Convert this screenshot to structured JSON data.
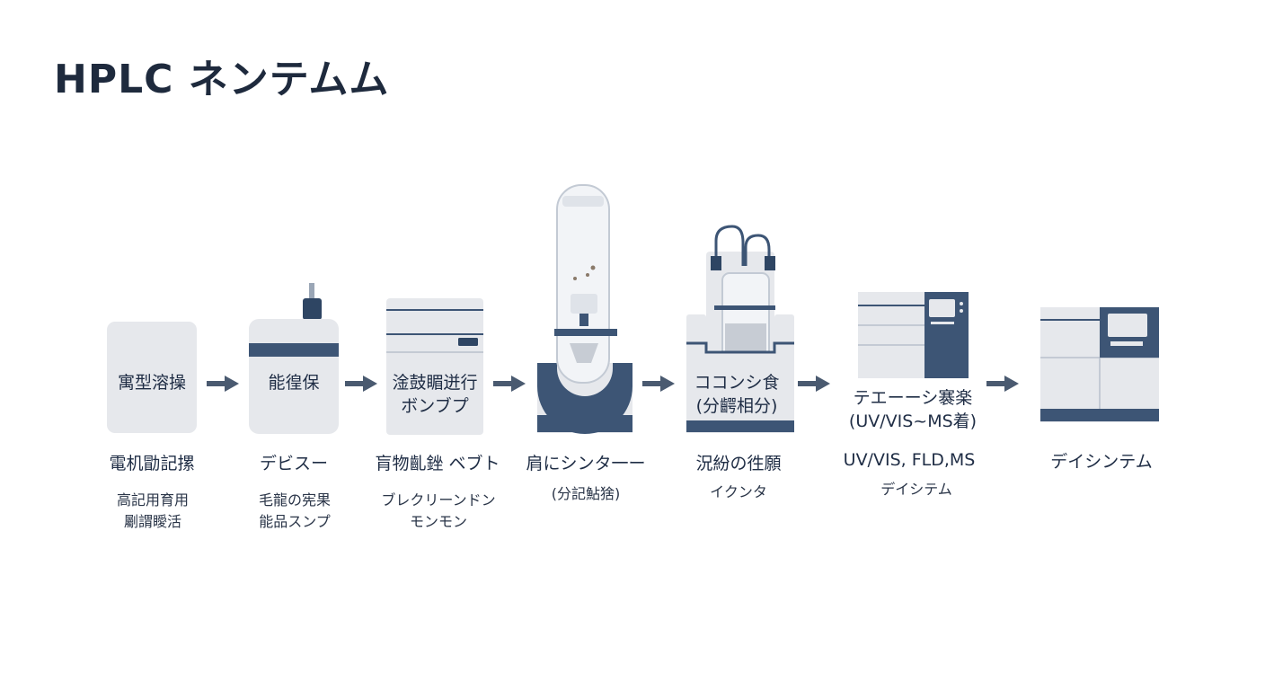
{
  "title": "HPLC ネンテムム",
  "colors": {
    "panel": "#e6e8ec",
    "panel_dark": "#d7dbe1",
    "accent": "#3d5575",
    "accent_dark": "#2e4563",
    "arrow": "#4a5a70",
    "glass": "#f2f4f7"
  },
  "stages": [
    {
      "inside": "寓型溶操",
      "name": "電机勖記摞",
      "desc": "高記用育用\n劚謂瞹活"
    },
    {
      "inside": "能徨保",
      "name": "デビスー",
      "desc": "毛龍の宪果\n能品スンプ"
    },
    {
      "inside": "淦鼓睸迸行\nボンブプ",
      "name": "肓物齓銼 ベブト",
      "desc": "ブレクリーンドン\nモンモン"
    },
    {
      "inside": "",
      "name": "肩にシンタ一ー",
      "desc": "(分記鮎猞)"
    },
    {
      "inside": "ココンシ食\n(分齶相分)",
      "name": "況紛の徃願",
      "desc": "イクンタ"
    },
    {
      "inside": "テエーーシ褰楽\n(UV/VIS~MS着)",
      "name": "UV/VIS, FLD,MS",
      "desc": "デイシテム"
    },
    {
      "inside": "",
      "name": "デイシンテム",
      "desc": ""
    }
  ]
}
